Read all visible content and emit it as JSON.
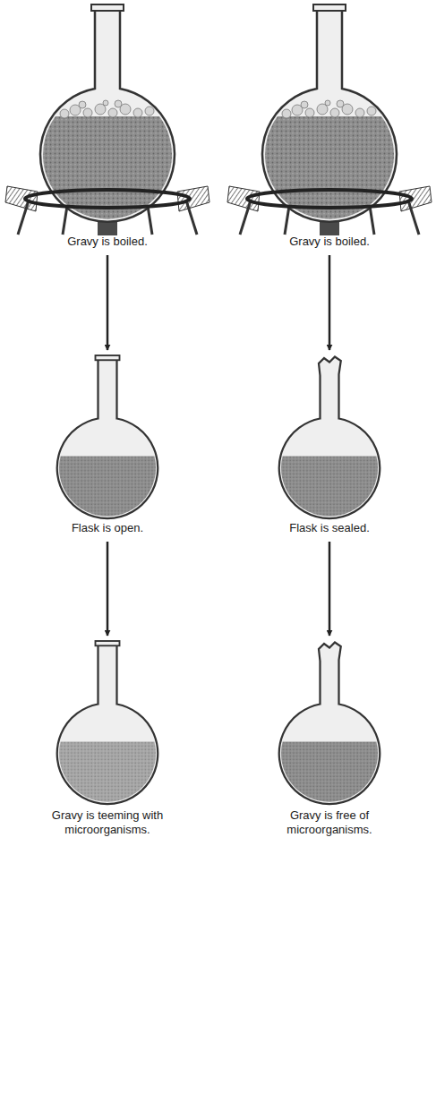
{
  "diagram": {
    "nodes": [
      {
        "text": [
          "Gravy is boiled."
        ]
      },
      {
        "text": [
          "Gravy is boiled."
        ]
      },
      {
        "text": [
          "Flask is open."
        ]
      },
      {
        "text": [
          "Flask is sealed."
        ]
      },
      {
        "text": [
          "Gravy is teeming with microorganisms."
        ]
      },
      {
        "text": [
          "Gravy is free of microorganisms."
        ]
      }
    ],
    "edges": [
      {
        "from": 0,
        "to": 2,
        "arrow": "to"
      },
      {
        "from": 2,
        "to": 4,
        "arrow": "to"
      },
      {
        "from": 1,
        "to": 3,
        "arrow": "to"
      },
      {
        "from": 3,
        "to": 5,
        "arrow": "to"
      }
    ]
  }
}
